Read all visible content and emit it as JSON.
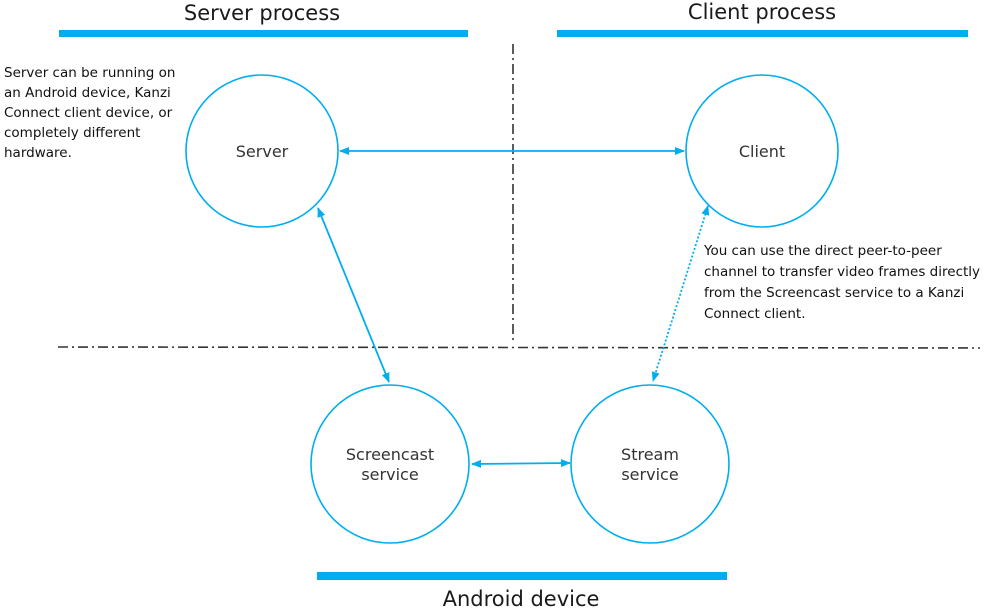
{
  "colors": {
    "accent": "#00AEEF",
    "divider": "#333333",
    "node_stroke": "#00AEEF",
    "text": "#1a1a1a"
  },
  "sections": {
    "server": {
      "title": "Server process"
    },
    "client": {
      "title": "Client process"
    },
    "android": {
      "title": "Android device"
    }
  },
  "nodes": {
    "server": {
      "lines": [
        "Server"
      ]
    },
    "client": {
      "lines": [
        "Client"
      ]
    },
    "screencast": {
      "lines": [
        "Screencast",
        "service"
      ]
    },
    "stream": {
      "lines": [
        "Stream",
        "service"
      ]
    }
  },
  "notes": {
    "server": {
      "lines": [
        "Server can be running on",
        "an Android device, Kanzi",
        "Connect client device, or",
        "completely different",
        "hardware."
      ]
    },
    "peer": {
      "lines": [
        "You can use the direct peer-to-peer",
        "channel to transfer video frames directly",
        "from the Screencast service to a Kanzi",
        "Connect client."
      ]
    }
  }
}
